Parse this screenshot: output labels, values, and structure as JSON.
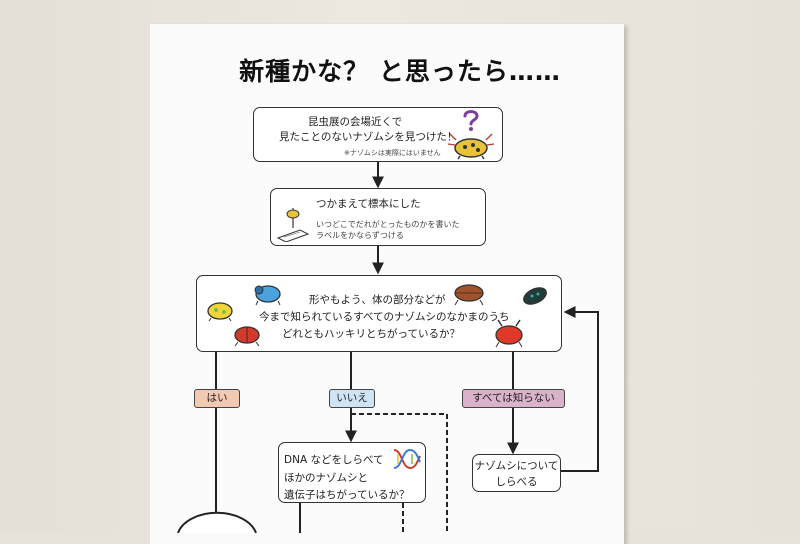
{
  "title": "新種かな？ と思ったら……",
  "step1": {
    "line1": "昆虫展の会場近くで",
    "line2": "見たことのないナゾムシを見つけた！",
    "note": "※ナゾムシは実際にはいません"
  },
  "step2": {
    "heading": "つかまえて標本にした",
    "line1": "いつどこでだれがとったものかを書いた",
    "line2": "ラベルをかならずつける"
  },
  "step3": {
    "line1": "形やもよう、体の部分などが",
    "line2": "今まで知られているすべてのナゾムシのなかまのうち",
    "line3": "どれともハッキリとちがっているか？"
  },
  "answers": {
    "yes": "はい",
    "no": "いいえ",
    "unknown": "すべては知らない"
  },
  "dna_box": {
    "line1": "DNA などをしらべて",
    "line2": "ほかのナゾムシと",
    "line3": "遺伝子はちがっているか？"
  },
  "research_box": {
    "line1": "ナゾムシについて",
    "line2": "しらべる"
  },
  "colors": {
    "yes_tag": "#f2c9b3",
    "no_tag": "#cfe3f3",
    "unknown_tag": "#d9b3c9"
  },
  "icons": [
    "question-mark-icon",
    "beetle-icon",
    "pin-label-icon",
    "dna-icon"
  ]
}
